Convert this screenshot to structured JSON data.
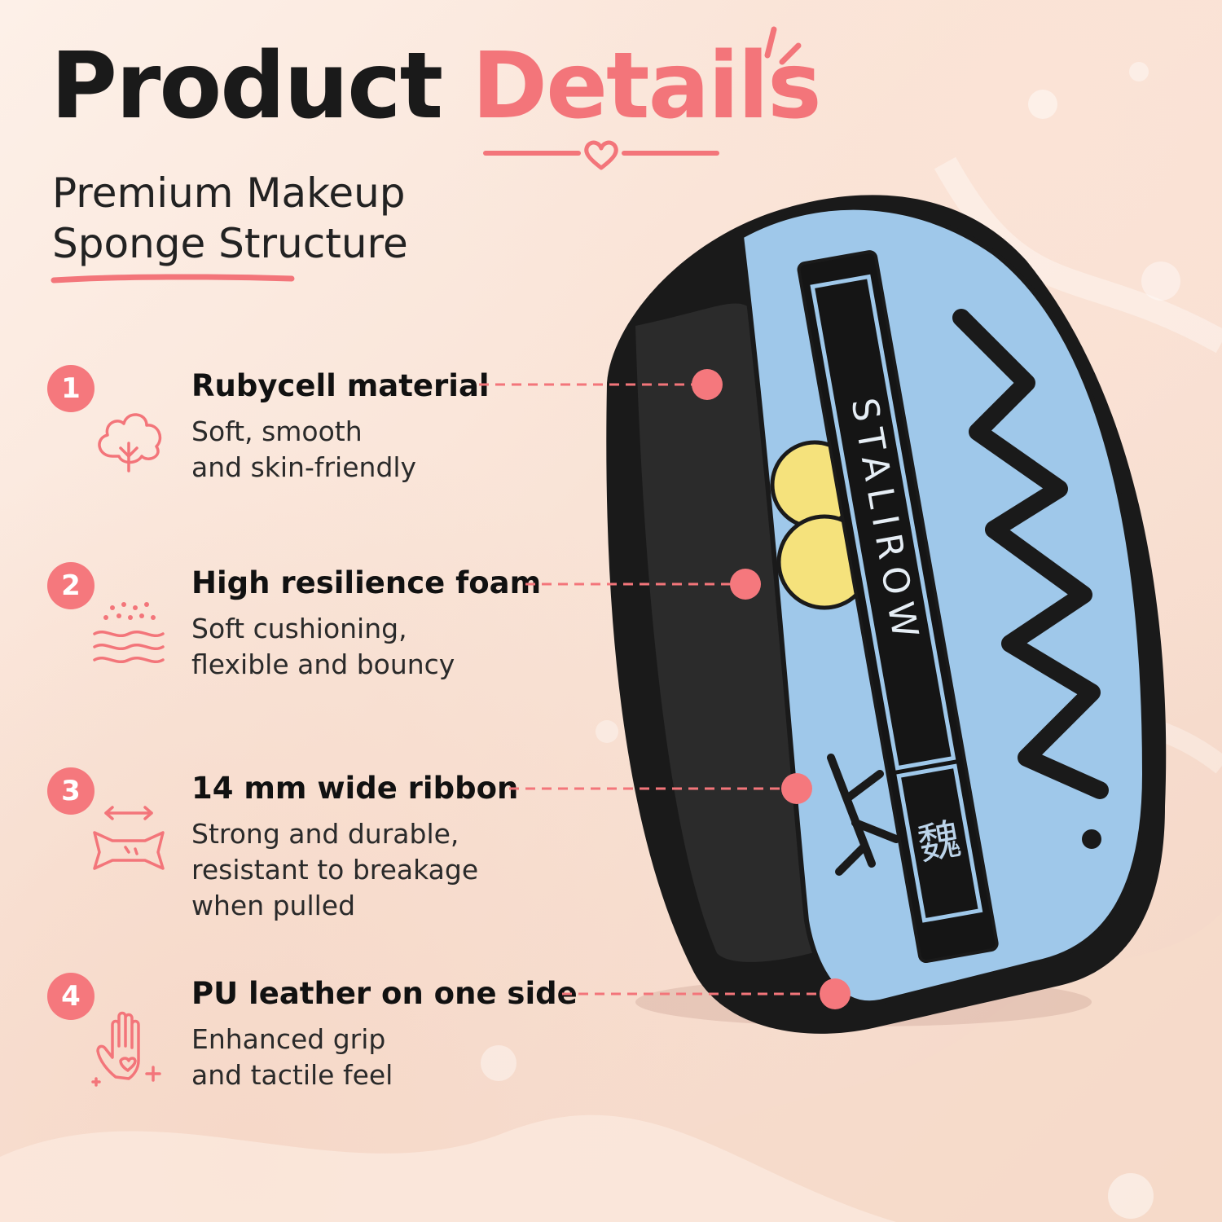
{
  "title": {
    "main": "Product",
    "accent": "Details"
  },
  "subtitle": {
    "line1": "Premium Makeup",
    "line2": "Sponge Structure"
  },
  "features": [
    {
      "number": "1",
      "icon": "cotton-icon",
      "title": "Rubycell material",
      "desc": [
        "Soft, smooth",
        "and skin-friendly"
      ]
    },
    {
      "number": "2",
      "icon": "foam-waves-icon",
      "title": "High resilience foam",
      "desc": [
        "Soft cushioning,",
        "flexible and bouncy"
      ]
    },
    {
      "number": "3",
      "icon": "stretch-ribbon-icon",
      "title": "14 mm wide ribbon",
      "desc": [
        "Strong and durable,",
        "resistant to breakage",
        "when pulled"
      ]
    },
    {
      "number": "4",
      "icon": "hand-icon",
      "title": "PU leather on one side",
      "desc": [
        "Enhanced grip",
        "and tactile feel"
      ]
    }
  ],
  "product": {
    "ribbon_text": "STALIROW",
    "stamp_text": "魏"
  },
  "colors": {
    "accent": "#f3757a",
    "badge": "#f5787d",
    "sponge_blue": "#9fc8ea",
    "sponge_black": "#1a1a1a"
  }
}
